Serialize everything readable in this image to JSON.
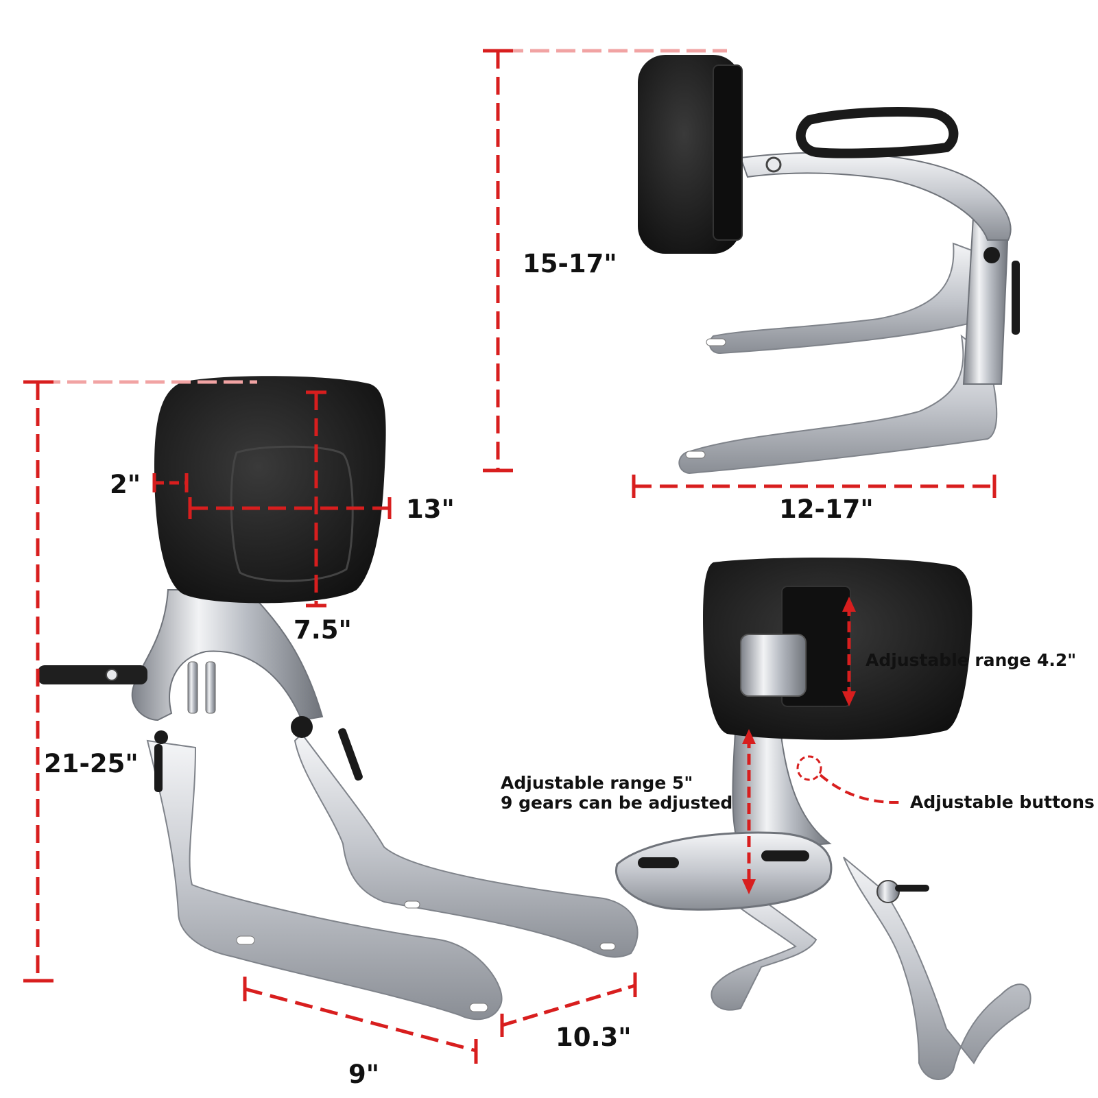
{
  "colors": {
    "dimension_line": "#d81e1e",
    "dimension_fade": "#f1a3a3",
    "pad": "#1b1b1b",
    "chrome": "#c9ccd1",
    "chrome_dark": "#8e9299"
  },
  "dimensions": {
    "top_height": "15-17\"",
    "top_width": "12-17\"",
    "left_total_height": "21-25\"",
    "pad_thickness": "2\"",
    "pad_width": "13\"",
    "pad_height": "7.5\"",
    "base_width": "9\"",
    "base_depth": "10.3\""
  },
  "callouts": {
    "pad_range": "Adjustable range 4.2\"",
    "stem_range_line1": "Adjustable range 5\"",
    "stem_range_line2": "9 gears can be adjusted",
    "buttons": "Adjustable buttons"
  }
}
